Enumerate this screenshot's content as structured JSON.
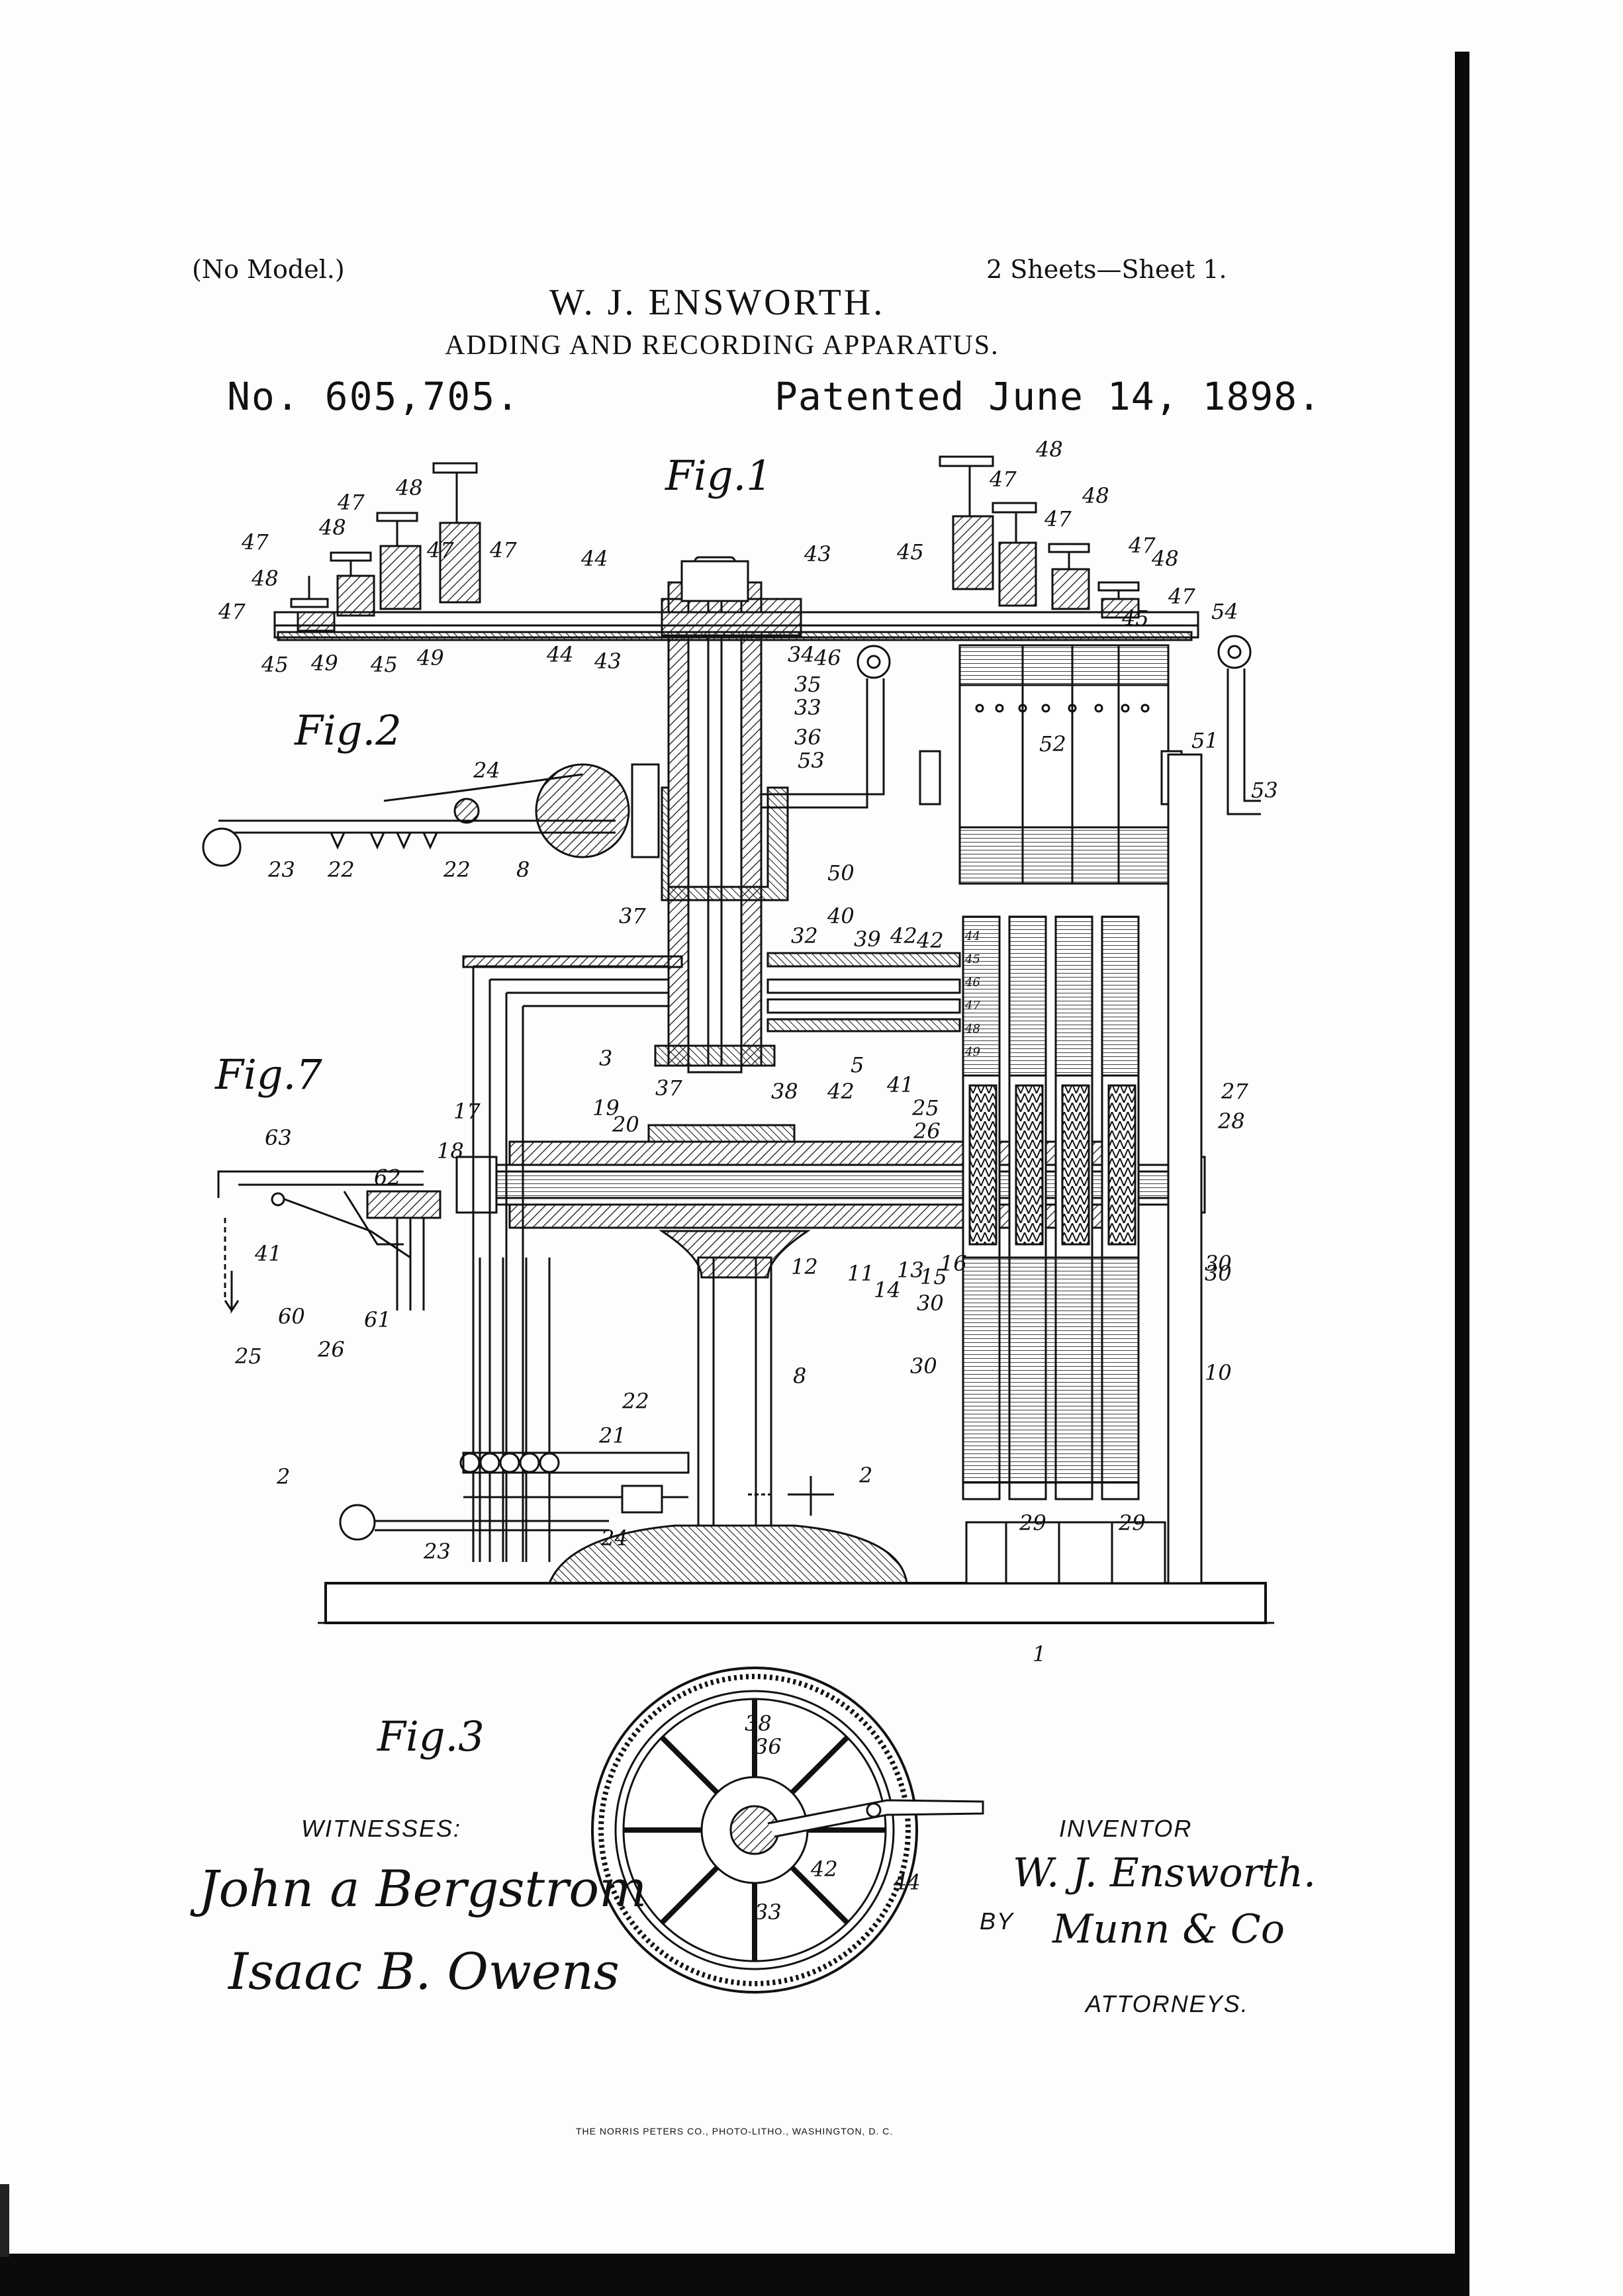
{
  "header": {
    "no_model": "(No Model.)",
    "sheets": "2 Sheets—Sheet 1.",
    "inventor_name": "W. J. ENSWORTH.",
    "title": "ADDING AND RECORDING APPARATUS.",
    "patent_number": "No. 605,705.",
    "patent_date": "Patented June 14, 1898."
  },
  "figures": {
    "fig1": "Fig.1",
    "fig2": "Fig.2",
    "fig3": "Fig.3",
    "fig7": "Fig.7"
  },
  "signatures": {
    "witnesses_label": "WITNESSES:",
    "witness_1": "John a Bergstrom",
    "witness_2": "Isaac B. Owens",
    "inventor_label": "INVENTOR",
    "inventor_signature": "W. J. Ensworth.",
    "by_label": "BY",
    "attorneys_signature": "Munn & Co",
    "attorneys_label": "ATTORNEYS."
  },
  "imprint": "THE NORRIS PETERS CO., PHOTO-LITHO., WASHINGTON, D. C.",
  "reference_numerals": {
    "fig1_top_left": [
      "47",
      "48",
      "47",
      "48",
      "47",
      "48",
      "47",
      "47",
      "45",
      "49",
      "45",
      "49",
      "44",
      "44",
      "43"
    ],
    "fig1_top_right": [
      "48",
      "47",
      "48",
      "47",
      "47",
      "48",
      "45",
      "43",
      "45",
      "47",
      "54",
      "34",
      "46",
      "35",
      "33",
      "36",
      "53",
      "52",
      "51",
      "53"
    ],
    "fig1_mid": [
      "37",
      "50",
      "40",
      "32",
      "39",
      "42",
      "42",
      "3",
      "37",
      "38",
      "42",
      "5",
      "41",
      "25",
      "26",
      "27",
      "28",
      "17",
      "18",
      "19",
      "20"
    ],
    "fig1_lower": [
      "12",
      "11",
      "14",
      "13",
      "15",
      "16",
      "30",
      "30",
      "30",
      "30",
      "10",
      "8",
      "22",
      "21",
      "2",
      "2",
      "23",
      "24",
      "29",
      "29",
      "1"
    ],
    "fig2": [
      "24",
      "23",
      "22",
      "22",
      "8"
    ],
    "fig7": [
      "63",
      "62",
      "41",
      "60",
      "61",
      "25",
      "26"
    ],
    "fig3": [
      "38",
      "36",
      "42",
      "44",
      "33"
    ],
    "wheel_columns": [
      "44",
      "45",
      "46",
      "47",
      "48",
      "49"
    ]
  }
}
